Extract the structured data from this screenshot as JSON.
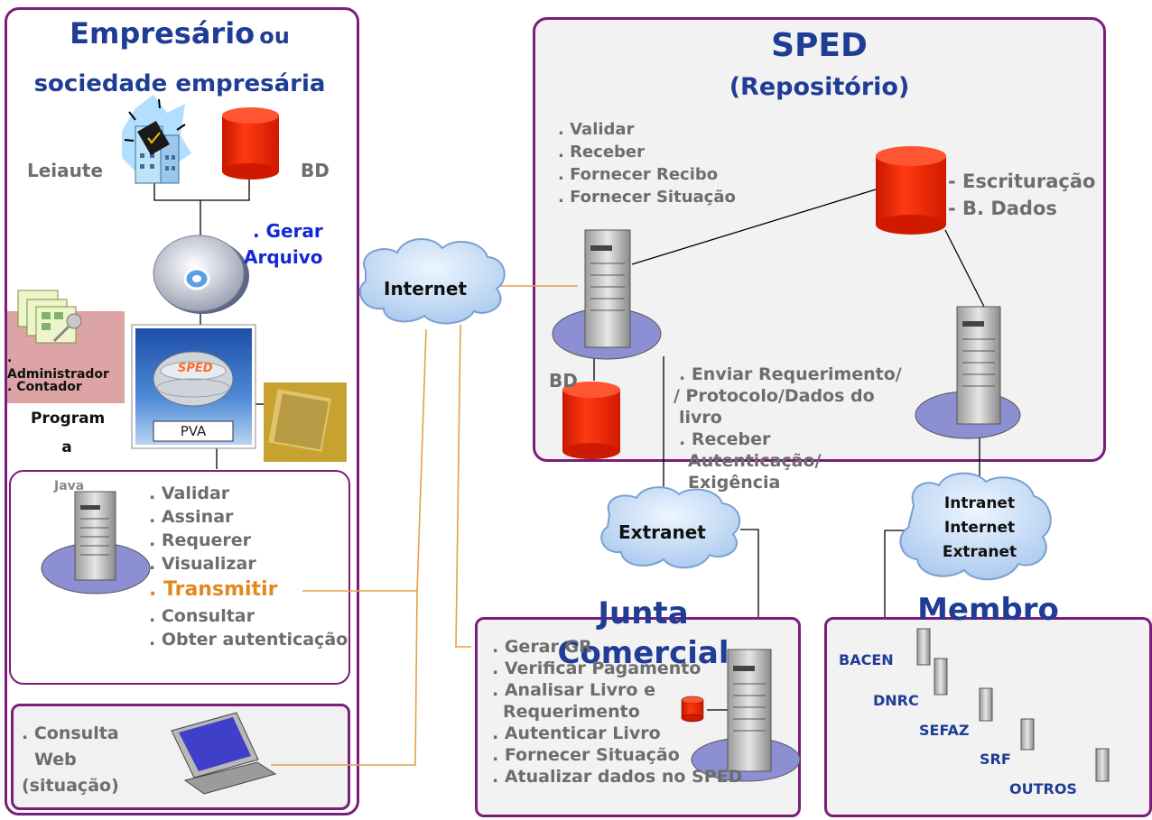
{
  "empresario": {
    "title_main": "Empresário",
    "title_ou": "ou",
    "title_sub": "sociedade empresária",
    "leiaute": "Leiaute",
    "bd": "BD",
    "gerar_arquivo": [
      ". Gerar",
      "Arquivo"
    ],
    "roles": [
      ".",
      "Administrador",
      ". Contador"
    ],
    "programa": [
      "Program",
      "a"
    ],
    "pva_label": "PVA",
    "sped_logo": "SPED",
    "java": "Java",
    "actions": [
      ". Validar",
      ". Assinar",
      ". Requerer",
      ". Visualizar"
    ],
    "transmitir": ". Transmitir",
    "actions_after": [
      ". Consultar",
      ". Obter autenticação"
    ],
    "consulta": [
      ". Consulta",
      "Web",
      "(situação)"
    ]
  },
  "internet_cloud": "Internet",
  "sped": {
    "title": "SPED",
    "subtitle": "(Repositório)",
    "server_actions": [
      ". Validar",
      ". Receber",
      ". Fornecer Recibo",
      ". Fornecer Situação"
    ],
    "db_items": [
      "- Escrituração",
      "- B. Dados"
    ],
    "bd": "BD",
    "extranet_actions": [
      ". Enviar Requerimento/",
      "/ Protocolo/Dados do",
      "livro",
      ". Receber",
      "Autenticação/",
      "Exigência"
    ]
  },
  "extranet_cloud": "Extranet",
  "intranet_cloud": [
    "Intranet",
    "Internet",
    "Extranet"
  ],
  "junta": {
    "title": [
      "Junta",
      "Comercial"
    ],
    "actions": [
      ". Gerar GR",
      ". Verificar Pagamento",
      ". Analisar Livro e",
      "Requerimento",
      ". Autenticar Livro",
      ". Fornecer Situação",
      ". Atualizar dados no SPED"
    ]
  },
  "membro": {
    "title": "Membro",
    "members": [
      "BACEN",
      "DNRC",
      "SEFAZ",
      "SRF",
      "OUTROS"
    ]
  },
  "colors": {
    "panel_border": "#7b1e7a",
    "db_red": "#ff2a00",
    "navy": "#1f3d95",
    "orange": "#e08a1e"
  }
}
